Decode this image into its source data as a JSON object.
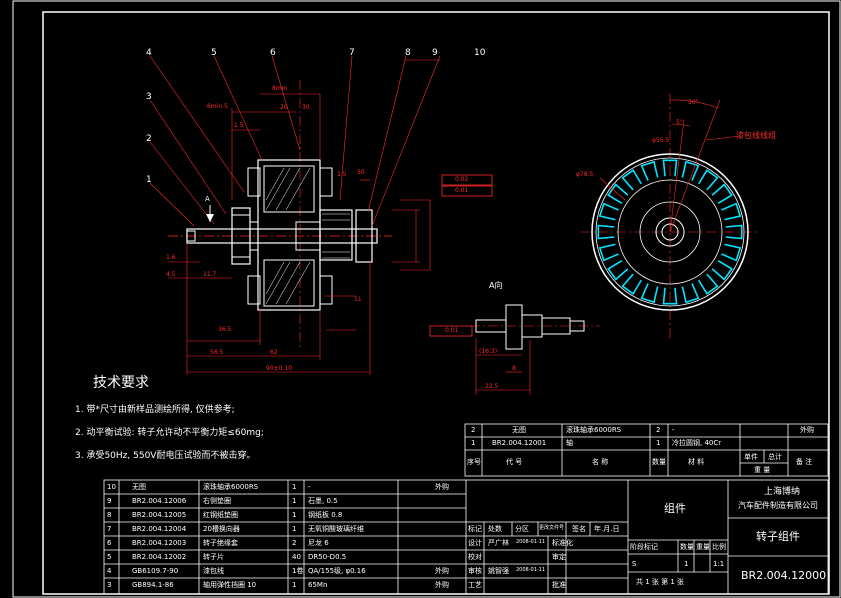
{
  "callouts": [
    "1",
    "2",
    "3",
    "4",
    "5",
    "6",
    "7",
    "8",
    "9",
    "10"
  ],
  "view_label": "A向",
  "arrow_label": "A",
  "annotation": "漆包线线组",
  "dims": {
    "d1": "6min.5",
    "d2": "8min",
    "d3": "20",
    "d4": "1.5",
    "d5": "30",
    "d6": "1.5",
    "d7": "30",
    "d8": "1.6",
    "d9": "4.5",
    "d10": "11.7",
    "d11": "36.5",
    "d12": "56.5",
    "d13": "62",
    "d14": "90±0.10",
    "d15": "11",
    "d16": "(16.3)",
    "d17": "22.5",
    "d18": "8",
    "d19": "φ78.5",
    "d20": "φ55.5",
    "d21": "30°",
    "d22": "5°",
    "tol1": "0.02",
    "tol2": "0.01",
    "tol3": "0.01"
  },
  "notes": {
    "title": "技术要求",
    "items": [
      "1. 带*尺寸由新样品测绘所得, 仅供参考;",
      "2. 动平衡试验: 转子允许动不平衡力矩≤60mg;",
      "3. 承受50Hz, 550V耐电压试验而不被击穿。"
    ]
  },
  "upper_bom": {
    "rows": [
      {
        "no": "2",
        "code": "无图",
        "name": "滚珠轴承6000RS",
        "qty": "2",
        "mat": "-",
        "note": "外购"
      },
      {
        "no": "1",
        "code": "BR2.004.12001",
        "name": "轴",
        "qty": "1",
        "mat": "冷拉圆钢, 40Cr",
        "note": ""
      }
    ],
    "header": {
      "no": "序号",
      "code": "代  号",
      "name": "名  称",
      "qty": "数量",
      "mat": "材  料",
      "unit": "单件",
      "total": "总计",
      "weight": "重  量",
      "note": "备  注"
    }
  },
  "lower_bom": [
    {
      "no": "10",
      "code": "无图",
      "name": "滚珠轴承6000RS",
      "qty": "1",
      "mat": "-",
      "note": "外购"
    },
    {
      "no": "9",
      "code": "BR2.004.12006",
      "name": "右侧垫圈",
      "qty": "1",
      "mat": "石墨, 0.5",
      "note": ""
    },
    {
      "no": "8",
      "code": "BR2.004.12005",
      "name": "红钢纸垫圈",
      "qty": "1",
      "mat": "钢纸板 0.8",
      "note": ""
    },
    {
      "no": "7",
      "code": "BR2.004.12004",
      "name": "20槽换向器",
      "qty": "1",
      "mat": "无氧铜酸玻璃纤维",
      "note": ""
    },
    {
      "no": "6",
      "code": "BR2.004.12003",
      "name": "转子绝缘套",
      "qty": "2",
      "mat": "尼龙 6",
      "note": ""
    },
    {
      "no": "5",
      "code": "BR2.004.12002",
      "name": "转子片",
      "qty": "40",
      "mat": "DR50-D0.5",
      "note": ""
    },
    {
      "no": "4",
      "code": "GB6109.7-90",
      "name": "漆包线",
      "qty": "1卷",
      "mat": "QA/155级, φ0.16",
      "note": "外购"
    },
    {
      "no": "3",
      "code": "GB894.1-86",
      "name": "轴用弹性挡圈 10",
      "qty": "1",
      "mat": "65Mn",
      "note": "外购"
    }
  ],
  "title_block": {
    "company": "上海博纳\n汽车配件制造有限公司",
    "company_l1": "上海博纳",
    "company_l2": "汽车配件制造有限公司",
    "assembly": "组件",
    "part_name": "转子组件",
    "drawing_no": "BR2.004.12000",
    "stage": "阶段标记",
    "qty_label": "数量",
    "weight_label": "重量",
    "scale_label": "比例",
    "stage_val": "S",
    "qty_val": "1",
    "scale_val": "1:1",
    "sheets": "共  1  张   第  1  张",
    "rev": {
      "mark": "标记",
      "count": "处数",
      "zone": "分区",
      "doc": "更改文件号",
      "sign": "签名",
      "date": "年.月.日"
    },
    "design": "设计",
    "designer": "严广林",
    "design_date": "2008-01-11",
    "std": "标准化",
    "check": "校对",
    "review": "审定",
    "audit": "审核",
    "auditor": "姚智强",
    "audit_date": "2008-01-11",
    "process": "工艺",
    "approve": "批准"
  }
}
